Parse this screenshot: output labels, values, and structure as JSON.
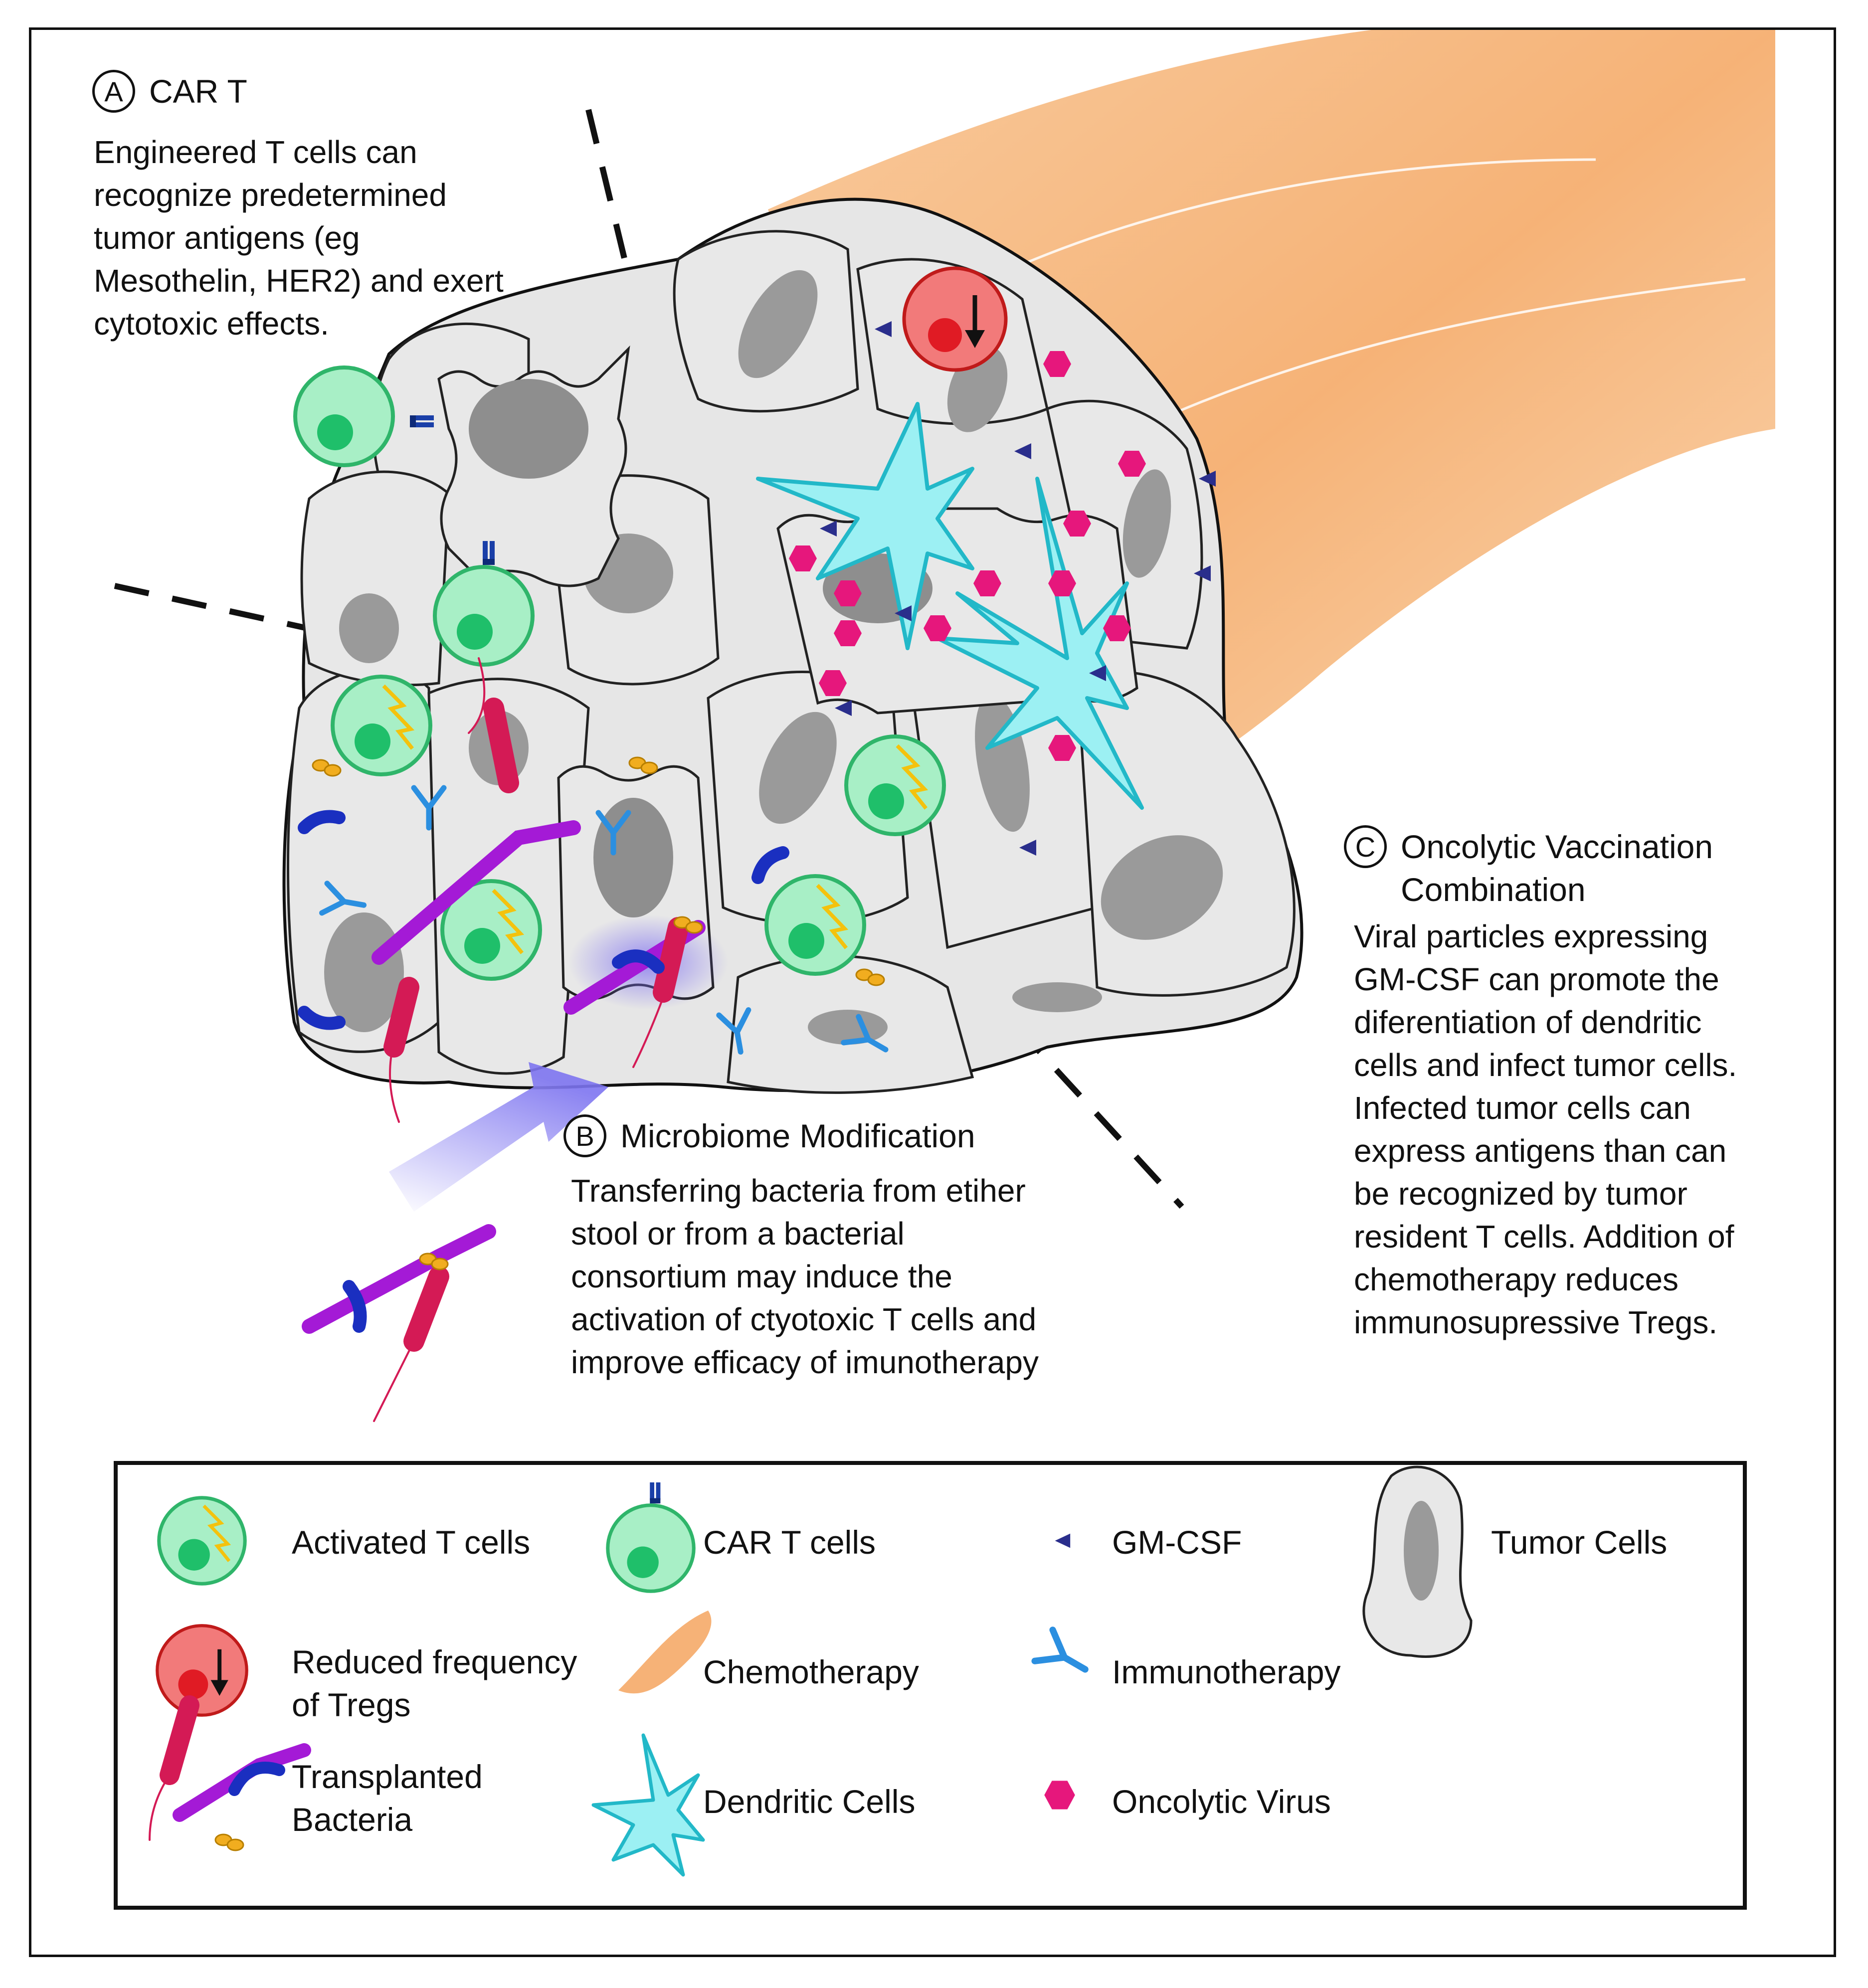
{
  "sections": {
    "a": {
      "badge": "A",
      "title": "CAR T",
      "body": "Engineered T cells can\nrecognize predetermined\ntumor antigens (eg\nMesothelin, HER2) and exert\ncytotoxic effects."
    },
    "b": {
      "badge": "B",
      "title": "Microbiome Modification",
      "body": "Transferring bacteria from etiher\nstool or from a bacterial\nconsortium may induce the\nactivation of ctyotoxic T cells and\nimprove efficacy of imunotherapy"
    },
    "c": {
      "badge": "C",
      "title": "Oncolytic Vaccination\nCombination",
      "body": "Viral particles expressing\nGM-CSF can promote the\ndiferentiation of dendritic\ncells and infect tumor cells.\nInfected tumor cells can\nexpress antigens than can\nbe recognized by tumor\nresident T cells. Addition of\nchemotherapy reduces\nimmunosupressive Tregs."
    }
  },
  "legend": {
    "activated_t": "Activated T cells",
    "car_t": "CAR T cells",
    "gmcsf": "GM-CSF",
    "tumor": "Tumor Cells",
    "tregs": "Reduced frequency\nof Tregs",
    "chemo": "Chemotherapy",
    "immuno": "Immunotherapy",
    "bacteria": "Transplanted\nBacteria",
    "dendritic": "Dendritic Cells",
    "virus": "Oncolytic Virus"
  },
  "colors": {
    "t_cell_fill": "#a8efc6",
    "t_cell_stroke": "#2fb56a",
    "t_cell_nucleus": "#1fbf6a",
    "treg_fill": "#f27a7a",
    "treg_nucleus": "#e01b24",
    "tumor_fill": "#e8e8e8",
    "tumor_nucleus": "#9a9a9a",
    "dendritic_fill": "#9cf0f3",
    "dendritic_stroke": "#22b8c8",
    "virus": "#e6177c",
    "gmcsf": "#2a2e8c",
    "antibody": "#2b8fe0",
    "chemo": "#f4a55f",
    "bacteria_rod": "#d41a55",
    "bacteria_purple": "#a41ad6",
    "bacteria_blue": "#1a2fc0",
    "bacteria_gold": "#f1ad1f"
  }
}
